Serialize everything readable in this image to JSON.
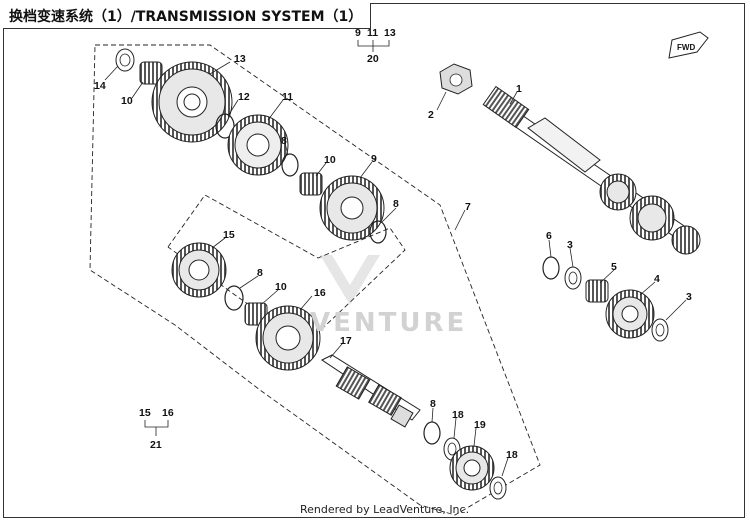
{
  "title": "换档变速系统（1）/TRANSMISSION SYSTEM（1）",
  "fwd_label": "FWD",
  "watermark": "VENTURE",
  "credit": "Rendered by LeadVenture, Inc.",
  "callouts": {
    "c1": "1",
    "c2": "2",
    "c3a": "3",
    "c3b": "3",
    "c4": "4",
    "c5": "5",
    "c6": "6",
    "c7": "7",
    "c8a": "8",
    "c8b": "8",
    "c8c": "8",
    "c8d": "8",
    "c9": "9",
    "c10a": "10",
    "c10b": "10",
    "c10c": "10",
    "c11": "11",
    "c12": "12",
    "c13": "13",
    "c14": "14",
    "c15": "15",
    "c16": "16",
    "c17": "17",
    "c18a": "18",
    "c18b": "18",
    "c19": "19"
  },
  "groups": {
    "g20": {
      "a": "9",
      "b": "11",
      "c": "13",
      "total": "20"
    },
    "g21": {
      "a": "15",
      "b": "16",
      "total": "21"
    }
  },
  "colors": {
    "line": "#222222",
    "fill": "#ffffff",
    "shade": "#cfcfcf",
    "dark": "#8a8a8a"
  }
}
